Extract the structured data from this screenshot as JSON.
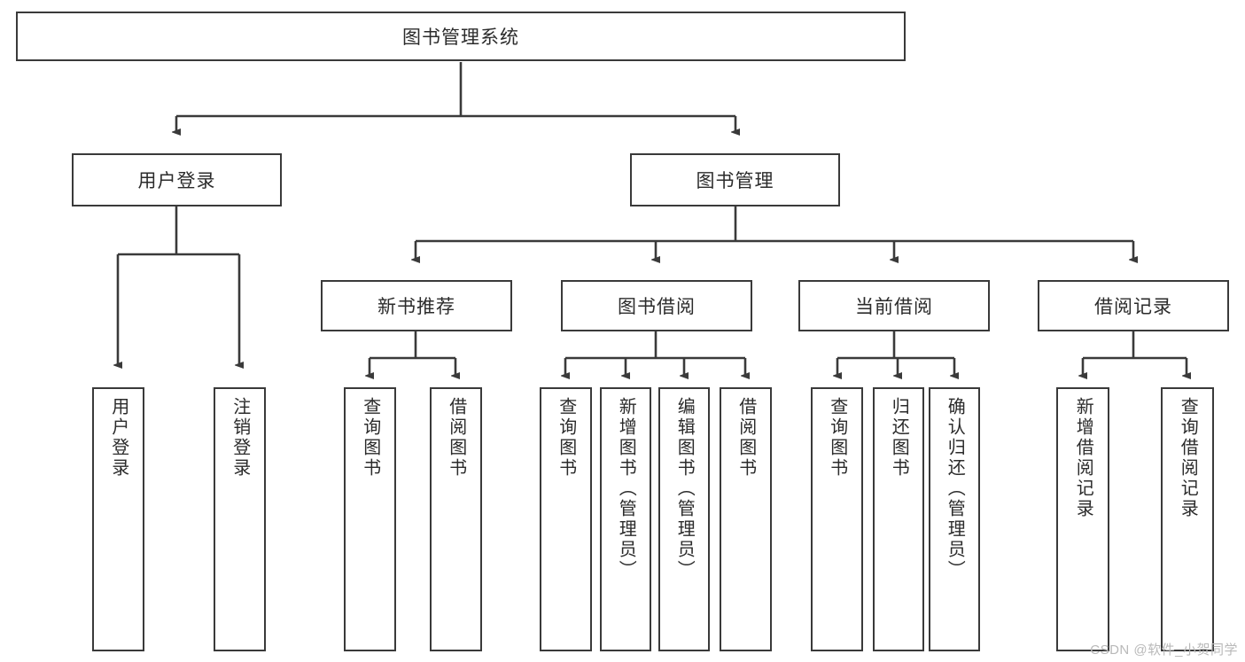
{
  "diagram": {
    "type": "tree-hierarchy",
    "title": "图书管理系统",
    "watermark": "CSDN @软件_小贺同学",
    "colors": {
      "border": "#3a3a3a",
      "text": "#2b2b2b",
      "background": "#ffffff",
      "watermark": "#b9b9b9"
    },
    "root": {
      "label": "图书管理系统",
      "orientation": "horizontal"
    },
    "level2": [
      {
        "label": "用户登录",
        "orientation": "horizontal"
      },
      {
        "label": "图书管理",
        "orientation": "horizontal"
      }
    ],
    "level3": [
      {
        "label": "新书推荐",
        "orientation": "horizontal"
      },
      {
        "label": "图书借阅",
        "orientation": "horizontal"
      },
      {
        "label": "当前借阅",
        "orientation": "horizontal"
      },
      {
        "label": "借阅记录",
        "orientation": "horizontal"
      }
    ],
    "leaves": {
      "user_login": [
        {
          "label": "用户登录",
          "orientation": "vertical"
        },
        {
          "label": "注销登录",
          "orientation": "vertical"
        }
      ],
      "new_book_recommend": [
        {
          "label": "查询图书",
          "orientation": "vertical"
        },
        {
          "label": "借阅图书",
          "orientation": "vertical"
        }
      ],
      "book_borrow": [
        {
          "label": "查询图书",
          "orientation": "vertical"
        },
        {
          "label": "新增图书（管理员）",
          "orientation": "vertical"
        },
        {
          "label": "编辑图书（管理员）",
          "orientation": "vertical"
        },
        {
          "label": "借阅图书",
          "orientation": "vertical"
        }
      ],
      "current_borrow": [
        {
          "label": "查询图书",
          "orientation": "vertical"
        },
        {
          "label": "归还图书",
          "orientation": "vertical"
        },
        {
          "label": "确认归还（管理员）",
          "orientation": "vertical"
        }
      ],
      "borrow_record": [
        {
          "label": "新增借阅记录",
          "orientation": "vertical"
        },
        {
          "label": "查询借阅记录",
          "orientation": "vertical"
        }
      ]
    }
  }
}
